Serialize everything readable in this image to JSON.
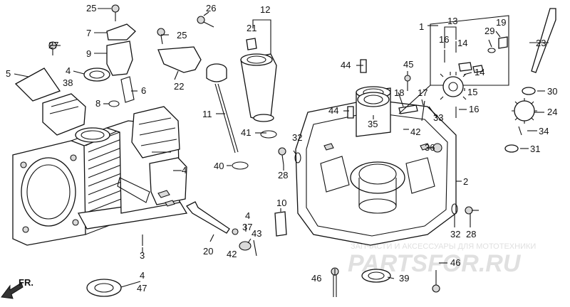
{
  "diagram": {
    "labels": {
      "n1": "1",
      "n2": "2",
      "n3": "3",
      "n4a": "4",
      "n4b": "4",
      "n4c": "4",
      "n4d": "4",
      "n5": "5",
      "n6": "6",
      "n7": "7",
      "n8": "8",
      "n9": "9",
      "n10": "10",
      "n11": "11",
      "n12": "12",
      "n13": "13",
      "n14a": "14",
      "n14b": "14",
      "n15": "15",
      "n16a": "16",
      "n16b": "16",
      "n17": "17",
      "n18": "18",
      "n19": "19",
      "n20": "20",
      "n21": "21",
      "n22": "22",
      "n23": "23",
      "n24": "24",
      "n25a": "25",
      "n25b": "25",
      "n26": "26",
      "n27": "27",
      "n28a": "28",
      "n28b": "28",
      "n29": "29",
      "n30": "30",
      "n31": "31",
      "n32a": "32",
      "n32b": "32",
      "n33": "33",
      "n34": "34",
      "n35": "35",
      "n36": "36",
      "n37": "37",
      "n38": "38",
      "n39": "39",
      "n40": "40",
      "n41": "41",
      "n42a": "42",
      "n42b": "42",
      "n43": "43",
      "n44a": "44",
      "n44b": "44",
      "n45": "45",
      "n46a": "46",
      "n46b": "46",
      "n47": "47"
    },
    "front_arrow": "FR.",
    "watermark_small": "ЗАПЧАСТИ И АКСЕССУАРЫ ДЛЯ МОТОТЕХНИКИ",
    "watermark_large": "PARTSFOR.RU"
  }
}
